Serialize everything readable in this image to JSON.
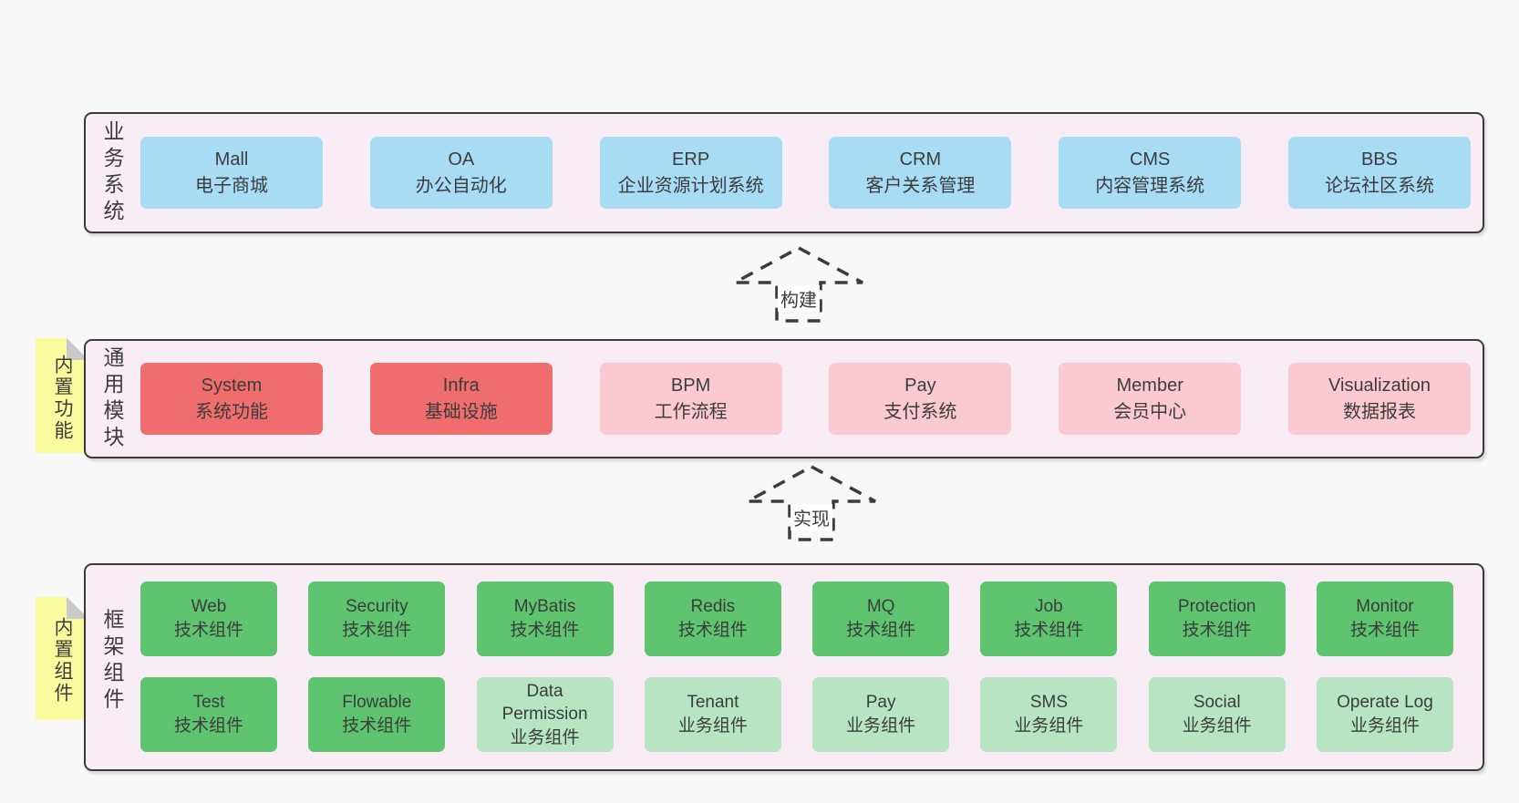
{
  "sections": {
    "business": {
      "label": "业务系统",
      "boxes": [
        {
          "name": "Mall",
          "desc": "电子商城"
        },
        {
          "name": "OA",
          "desc": "办公自动化"
        },
        {
          "name": "ERP",
          "desc": "企业资源计划系统"
        },
        {
          "name": "CRM",
          "desc": "客户关系管理"
        },
        {
          "name": "CMS",
          "desc": "内容管理系统"
        },
        {
          "name": "BBS",
          "desc": "论坛社区系统"
        }
      ]
    },
    "modules": {
      "label": "通用模块",
      "note": "内置功能",
      "boxes": [
        {
          "name": "System",
          "desc": "系统功能",
          "variant": "red"
        },
        {
          "name": "Infra",
          "desc": "基础设施",
          "variant": "red"
        },
        {
          "name": "BPM",
          "desc": "工作流程",
          "variant": "pink"
        },
        {
          "name": "Pay",
          "desc": "支付系统",
          "variant": "pink"
        },
        {
          "name": "Member",
          "desc": "会员中心",
          "variant": "pink"
        },
        {
          "name": "Visualization",
          "desc": "数据报表",
          "variant": "pink"
        }
      ]
    },
    "components": {
      "label": "框架组件",
      "note": "内置组件",
      "rows": [
        [
          {
            "name": "Web",
            "desc": "技术组件",
            "variant": "green"
          },
          {
            "name": "Security",
            "desc": "技术组件",
            "variant": "green"
          },
          {
            "name": "MyBatis",
            "desc": "技术组件",
            "variant": "green"
          },
          {
            "name": "Redis",
            "desc": "技术组件",
            "variant": "green"
          },
          {
            "name": "MQ",
            "desc": "技术组件",
            "variant": "green"
          },
          {
            "name": "Job",
            "desc": "技术组件",
            "variant": "green"
          },
          {
            "name": "Protection",
            "desc": "技术组件",
            "variant": "green"
          },
          {
            "name": "Monitor",
            "desc": "技术组件",
            "variant": "green"
          }
        ],
        [
          {
            "name": "Test",
            "desc": "技术组件",
            "variant": "green"
          },
          {
            "name": "Flowable",
            "desc": "技术组件",
            "variant": "green"
          },
          {
            "name": "Data Permission",
            "desc": "业务组件",
            "variant": "lightgreen"
          },
          {
            "name": "Tenant",
            "desc": "业务组件",
            "variant": "lightgreen"
          },
          {
            "name": "Pay",
            "desc": "业务组件",
            "variant": "lightgreen"
          },
          {
            "name": "SMS",
            "desc": "业务组件",
            "variant": "lightgreen"
          },
          {
            "name": "Social",
            "desc": "业务组件",
            "variant": "lightgreen"
          },
          {
            "name": "Operate Log",
            "desc": "业务组件",
            "variant": "lightgreen"
          }
        ]
      ]
    }
  },
  "arrows": {
    "build": "构建",
    "implement": "实现"
  },
  "colors": {
    "page_bg": "#f8f8f8",
    "panel_bg": "#f8edf5",
    "panel_border": "#3a3a3a",
    "box_blue": "#a8dcf5",
    "box_red": "#ef6d6d",
    "box_pink": "#fbc9d2",
    "box_green_dark": "#5ec46f",
    "box_green_light": "#b7e5c1",
    "note_yellow": "#fafa9e",
    "note_fold_gray": "#c9c9c9",
    "text": "#3c3c3c"
  }
}
